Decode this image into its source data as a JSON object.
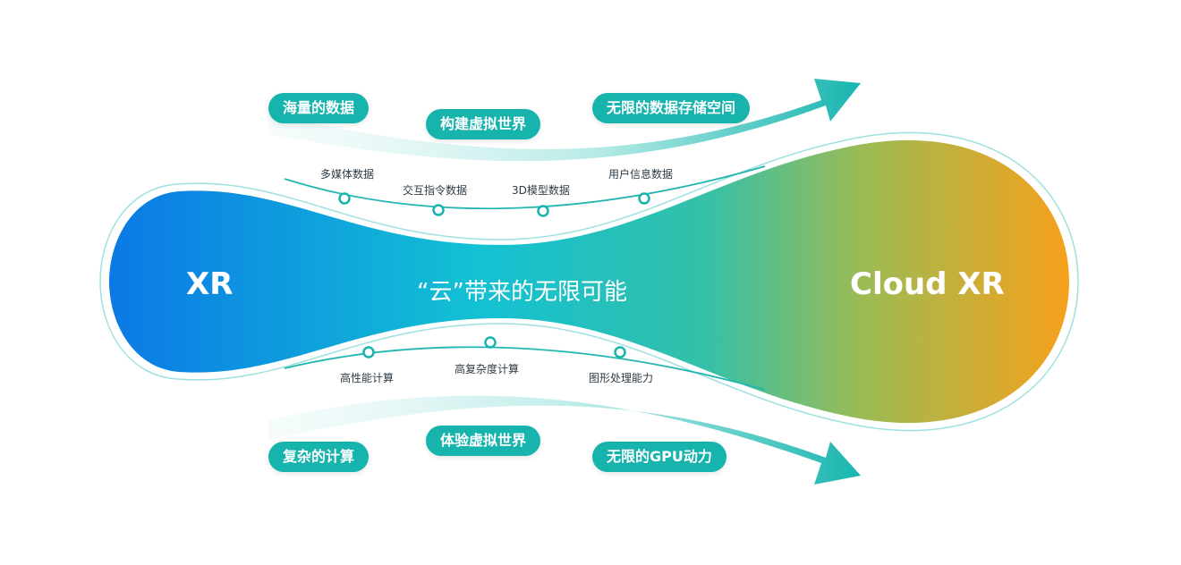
{
  "left_label": "XR",
  "right_label": "Cloud XR",
  "center_label": "“云”带来的无限可能",
  "top_pills": [
    "海量的数据",
    "构建虚拟世界",
    "无限的数据存储空间"
  ],
  "bottom_pills": [
    "复杂的计算",
    "体验虚拟世界",
    "无限的GPU动力"
  ],
  "top_nodes": [
    "多媒体数据",
    "交互指令数据",
    "3D模型数据",
    "用户信息数据"
  ],
  "bottom_nodes": [
    "高性能计算",
    "高复杂度计算",
    "图形处理能力"
  ],
  "colors": {
    "gradient_start": "#0b78e6",
    "gradient_mid": "#12c1d4",
    "gradient_mid2": "#35c0a8",
    "gradient_end": "#f8a01a",
    "teal": "#17b3ad",
    "arrow_light": "#d8f3f1"
  }
}
